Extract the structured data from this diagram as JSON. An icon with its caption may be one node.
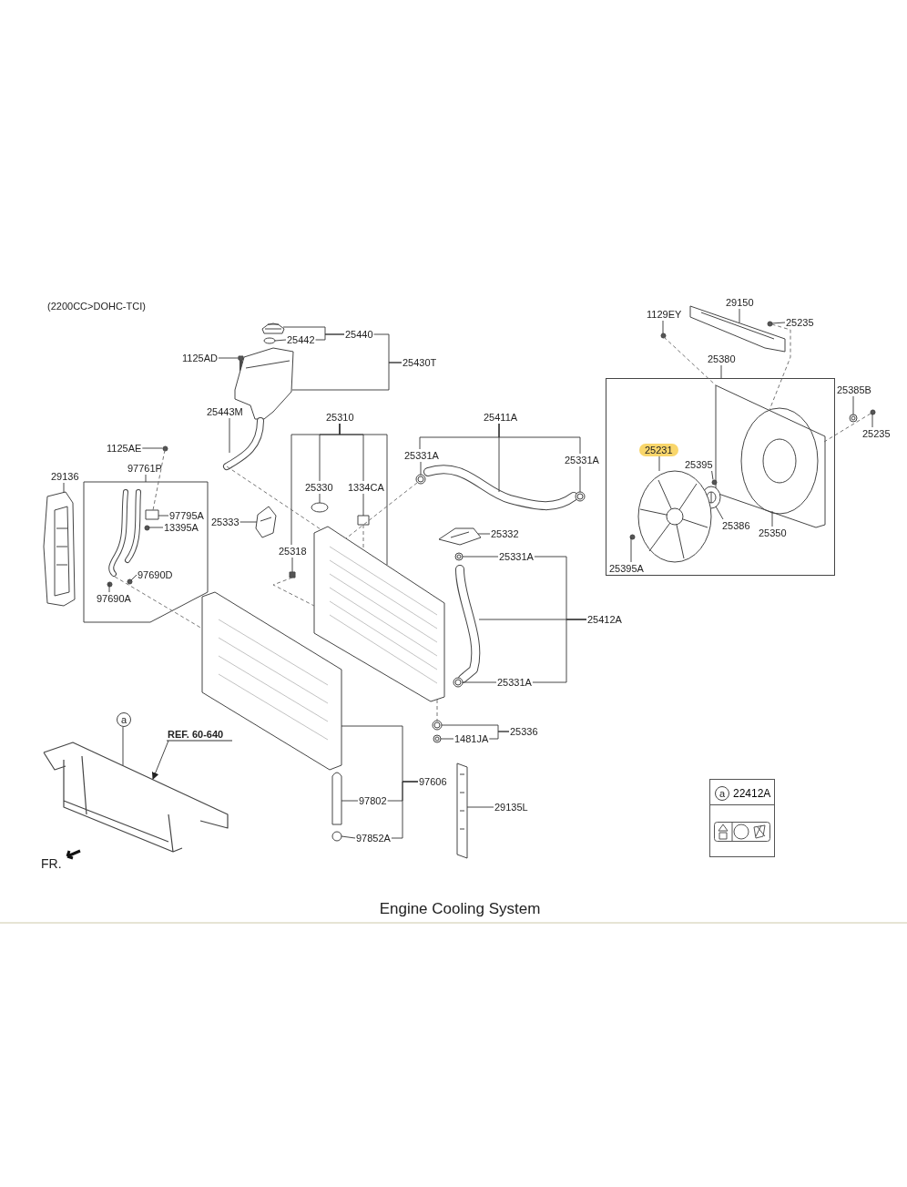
{
  "diagram": {
    "caption": "Engine Cooling System",
    "nodes": [
      {
        "text": [
          "25440"
        ]
      },
      {
        "text": [
          "25442"
        ]
      },
      {
        "text": [
          "1125AD"
        ]
      },
      {
        "text": [
          "25430T"
        ]
      },
      {
        "text": [
          "25443M"
        ]
      },
      {
        "text": [
          "25310"
        ]
      },
      {
        "text": [
          "25330"
        ]
      },
      {
        "text": [
          "1334CA"
        ]
      },
      {
        "text": [
          "25333"
        ]
      },
      {
        "text": [
          "25318"
        ]
      },
      {
        "text": [
          "1125AE"
        ]
      },
      {
        "text": [
          "97761P"
        ]
      },
      {
        "text": [
          "29136"
        ]
      },
      {
        "text": [
          "97795A"
        ],
        "in": 60
      },
      {
        "text": [
          "13395A"
        ],
        "in": 60
      },
      {
        "text": [
          "97690D"
        ],
        "in": 60
      },
      {
        "text": [
          "97690A"
        ],
        "in": 60
      },
      {
        "text": [
          "25411A"
        ]
      },
      {
        "text": [
          "25331A"
        ]
      },
      {
        "text": [
          "25331A"
        ]
      },
      {
        "text": [
          "25332"
        ]
      },
      {
        "text": [
          "25331A"
        ]
      },
      {
        "text": [
          "25412A"
        ]
      },
      {
        "text": [
          "25331A"
        ]
      },
      {
        "text": [
          "25336"
        ]
      },
      {
        "text": [
          "1481JA"
        ]
      },
      {
        "text": [
          "97606"
        ]
      },
      {
        "text": [
          "97802"
        ]
      },
      {
        "text": [
          "97852A"
        ]
      },
      {
        "text": [
          "29135L"
        ]
      },
      {
        "text": [
          "29150"
        ]
      },
      {
        "text": [
          "1129EY"
        ]
      },
      {
        "text": [
          "25235"
        ]
      },
      {
        "text": [
          "25380"
        ]
      },
      {
        "text": [
          "25385B"
        ]
      },
      {
        "text": [
          "25235"
        ]
      },
      {
        "text": [
          "25231"
        ],
        "in": 79
      },
      {
        "text": [
          "25395"
        ],
        "in": 79
      },
      {
        "text": [
          "25386"
        ],
        "in": 79
      },
      {
        "text": [
          "25350"
        ],
        "in": 79
      },
      {
        "text": [
          "25395A"
        ],
        "in": 79
      },
      {
        "text": [
          "a"
        ]
      },
      {
        "text": [
          "REF. 60-640"
        ]
      },
      {
        "text": [
          "22412A"
        ]
      },
      {
        "text": [
          "a"
        ],
        "in": 43
      },
      {
        "text": [],
        "shape": "picture"
      },
      {
        "text": [],
        "shape": "ellipse"
      },
      {
        "text": [],
        "shape": "picture"
      },
      {
        "text": [],
        "shape": "picture"
      },
      {
        "text": [],
        "shape": "picture"
      },
      {
        "text": [],
        "shape": "picture"
      },
      {
        "text": [],
        "shape": "ellipse"
      },
      {
        "text": [],
        "shape": "box"
      },
      {
        "text": [],
        "shape": "picture"
      },
      {
        "text": [],
        "shape": "box"
      },
      {
        "text": [],
        "shape": "picture"
      },
      {
        "text": [],
        "shape": "picture"
      },
      {
        "text": [],
        "shape": "circle"
      },
      {
        "text": [],
        "shape": "picture"
      },
      {
        "text": [],
        "shape": "picture"
      },
      {
        "text": [],
        "shape": "polygon"
      },
      {
        "text": [],
        "shape": "picture",
        "in": 60
      },
      {
        "text": [],
        "shape": "box",
        "in": 60
      },
      {
        "text": [],
        "shape": "circle",
        "in": 60
      },
      {
        "text": [],
        "shape": "circle"
      },
      {
        "text": [],
        "shape": "circle",
        "in": 60
      },
      {
        "text": [],
        "shape": "circle",
        "in": 60
      },
      {
        "text": [],
        "shape": "picture"
      },
      {
        "text": [],
        "shape": "picture"
      },
      {
        "text": [],
        "shape": "picture"
      },
      {
        "text": [],
        "shape": "picture"
      },
      {
        "text": [],
        "shape": "picture"
      },
      {
        "text": [],
        "shape": "picture"
      },
      {
        "text": [],
        "shape": "picture"
      },
      {
        "text": [],
        "shape": "picture"
      },
      {
        "text": [],
        "shape": "picture"
      },
      {
        "text": [],
        "shape": "picture"
      },
      {
        "text": [],
        "shape": "circle"
      },
      {
        "text": [],
        "shape": "circle"
      },
      {
        "text": [],
        "shape": "box"
      },
      {
        "text": [],
        "shape": "picture",
        "in": 79
      },
      {
        "text": [],
        "shape": "picture",
        "in": 79
      },
      {
        "text": [],
        "shape": "picture",
        "in": 79
      },
      {
        "text": [],
        "shape": "circle",
        "in": 79
      },
      {
        "text": [],
        "shape": "circle",
        "in": 79
      },
      {
        "text": [],
        "shape": "picture"
      },
      {
        "text": [],
        "shape": "circle"
      },
      {
        "text": [],
        "shape": "picture"
      }
    ],
    "edges": [
      {
        "from": 0,
        "to": 45,
        "arrow": "none"
      },
      {
        "from": 0,
        "to": 1,
        "arrow": "none"
      },
      {
        "from": 1,
        "to": 46,
        "arrow": "none"
      },
      {
        "from": 2,
        "to": 47,
        "arrow": "none"
      },
      {
        "from": 3,
        "to": 0,
        "arrow": "none"
      },
      {
        "from": 3,
        "to": 48,
        "arrow": "none"
      },
      {
        "from": 4,
        "to": 49,
        "arrow": "none"
      },
      {
        "from": 5,
        "to": 6,
        "arrow": "none"
      },
      {
        "from": 5,
        "to": 7,
        "arrow": "none"
      },
      {
        "from": 5,
        "to": 9,
        "arrow": "none"
      },
      {
        "from": 5,
        "to": 50,
        "arrow": "none"
      },
      {
        "from": 6,
        "to": 51,
        "arrow": "none"
      },
      {
        "from": 7,
        "to": 52,
        "arrow": "none"
      },
      {
        "from": 8,
        "to": 53,
        "arrow": "none"
      },
      {
        "from": 9,
        "to": 54,
        "arrow": "none"
      },
      {
        "from": 10,
        "to": 64,
        "arrow": "none"
      },
      {
        "from": 11,
        "to": 60,
        "arrow": "none"
      },
      {
        "from": 12,
        "to": 59,
        "arrow": "none"
      },
      {
        "from": 13,
        "to": 62,
        "arrow": "none"
      },
      {
        "from": 14,
        "to": 63,
        "arrow": "none"
      },
      {
        "from": 15,
        "to": 65,
        "arrow": "none"
      },
      {
        "from": 16,
        "to": 66,
        "arrow": "none"
      },
      {
        "from": 17,
        "to": 18,
        "arrow": "none"
      },
      {
        "from": 17,
        "to": 19,
        "arrow": "none"
      },
      {
        "from": 17,
        "to": 67,
        "arrow": "none"
      },
      {
        "from": 18,
        "to": 68,
        "arrow": "none"
      },
      {
        "from": 19,
        "to": 69,
        "arrow": "none"
      },
      {
        "from": 20,
        "to": 70,
        "arrow": "none"
      },
      {
        "from": 21,
        "to": 71,
        "arrow": "none"
      },
      {
        "from": 22,
        "to": 21,
        "arrow": "none"
      },
      {
        "from": 22,
        "to": 23,
        "arrow": "none"
      },
      {
        "from": 22,
        "to": 72,
        "arrow": "none"
      },
      {
        "from": 23,
        "to": 73,
        "arrow": "none"
      },
      {
        "from": 24,
        "to": 25,
        "arrow": "none"
      },
      {
        "from": 24,
        "to": 74,
        "arrow": "none"
      },
      {
        "from": 25,
        "to": 75,
        "arrow": "none"
      },
      {
        "from": 26,
        "to": 55,
        "arrow": "none"
      },
      {
        "from": 26,
        "to": 27,
        "arrow": "none"
      },
      {
        "from": 26,
        "to": 28,
        "arrow": "none"
      },
      {
        "from": 27,
        "to": 56,
        "arrow": "none"
      },
      {
        "from": 28,
        "to": 57,
        "arrow": "none"
      },
      {
        "from": 29,
        "to": 58,
        "arrow": "none"
      },
      {
        "from": 30,
        "to": 76,
        "arrow": "none"
      },
      {
        "from": 31,
        "to": 77,
        "arrow": "none"
      },
      {
        "from": 32,
        "to": 78,
        "arrow": "none"
      },
      {
        "from": 33,
        "to": 79,
        "arrow": "none"
      },
      {
        "from": 34,
        "to": 85,
        "arrow": "none"
      },
      {
        "from": 35,
        "to": 86,
        "arrow": "none"
      },
      {
        "from": 36,
        "to": 82,
        "arrow": "none"
      },
      {
        "from": 37,
        "to": 83,
        "arrow": "none"
      },
      {
        "from": 38,
        "to": 81,
        "arrow": "none"
      },
      {
        "from": 39,
        "to": 80,
        "arrow": "none"
      },
      {
        "from": 40,
        "to": 84,
        "arrow": "none"
      },
      {
        "from": 41,
        "to": 87,
        "arrow": "none"
      },
      {
        "from": 42,
        "to": 87,
        "arrow": "to"
      },
      {
        "from": 77,
        "to": 80,
        "arrow": "none",
        "style": "dashed"
      },
      {
        "from": 78,
        "to": 80,
        "arrow": "none",
        "style": "dashed"
      },
      {
        "from": 86,
        "to": 80,
        "arrow": "none",
        "style": "dashed"
      },
      {
        "from": 49,
        "to": 50,
        "arrow": "none",
        "style": "dashed"
      },
      {
        "from": 61,
        "to": 55,
        "arrow": "none",
        "style": "dashed"
      },
      {
        "from": 68,
        "to": 50,
        "arrow": "none",
        "style": "dashed"
      },
      {
        "from": 52,
        "to": 50,
        "arrow": "none",
        "style": "dashed"
      },
      {
        "from": 50,
        "to": 74,
        "arrow": "none",
        "style": "dashed"
      },
      {
        "from": 64,
        "to": 62,
        "arrow": "none",
        "style": "dashed"
      },
      {
        "from": 54,
        "to": 50,
        "arrow": "none",
        "style": "dashed"
      }
    ],
    "labels": [
      "(2200CC>DOHC-TCI)",
      "FR."
    ]
  }
}
